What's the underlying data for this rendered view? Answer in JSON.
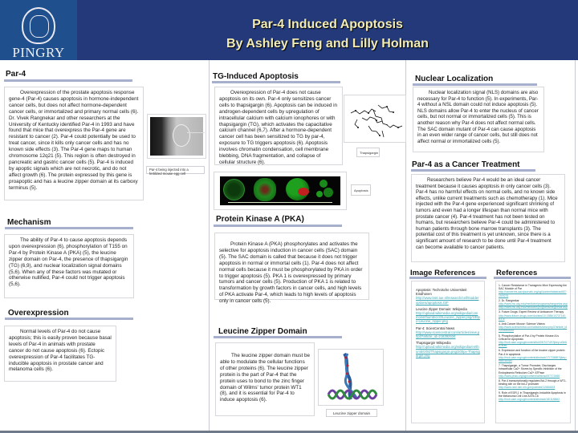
{
  "header": {
    "logo_text": "PINGRY",
    "title": "Par-4 Induced Apoptosis",
    "authors": "By Ashley Feng and Lilly Holman",
    "background_color": "#23397a",
    "title_color": "#f3ecb2"
  },
  "sections": {
    "par4": {
      "heading": "Par-4",
      "body": "Overexpression of the prostate apoptosis response gene-4 (Par-4) causes apoptosis in hormone-independent cancer cells, but does not affect hormone-dependent cancer cells, or immortalized and primary normal cells (6).  Dr. Vivek Rangnekar and other researchers at the University of Kentucky identified Par-4 in 1993 and have found that mice that overexpress the Par-4 gene are resistant to cancer (2). Par-4 could potentially be used to treat cancer, since it kills only cancer cells and has no known side effects (3). The Par-4 gene maps to human chromosome 12q21 (5). This region is often destroyed in pancreatic and gastric cancer cells (5). Par-4 is induced by apoptic signals which are not necrotic, and do not affect growth (6). The protein expressed by this gene is proapoptic and has a leucine zipper domain at its carboxy terminus (5).",
      "image_caption": "Par-4 being injected into a fertilized mouse egg cell"
    },
    "mechanism": {
      "heading": "Mechanism",
      "body": "The ability of Par-4 to cause apoptosis depends upon overexpression (6), phosphorylation of T155 on Par-4 by Protein Kinase A (PKA) (5), the leucine zipper domain on Par-4, the presence of thapsigargin (TG) (6,9), and nuclear localization signal domains (5,6). When any of these factors was mutated or otherwise nullified, Par-4 could not trigger apoptosis (5,6)."
    },
    "overexpression": {
      "heading": "Overexpression",
      "body": "Normal levels of Par-4 do not cause apoptosis; this is easily proven because basal levels of Par-4 in animals with prostate cancer do not cause apoptosis (6). Ectopic overexpression of Par-4 facilitates TG-inducible apoptosis in prostate cancer and melanoma cells (6)."
    },
    "tg": {
      "heading": "TG-Induced Apoptosis",
      "body": "Overexpression of Par-4 does not cause apoptosis on its own. Par-4 only sensitizes cancer cells to thapsigargin (6). Apoptosis can be induced in androgen-dependent cells by upregulation of intracellular calcium with calcium ionophores or with thapsigargin (TG), which activates the capacitative calcium channel (6,7). After a hormone-dependent cancer cell has been sensitized to TG by par-4, exposure to TG triggers apoptosis (6). Apoptosis involves chromatin condensation, cell membrane blebbing, DNA fragmentation, and collapse of cellular structure (6).",
      "thapsigargin_caption": "Thapsigargin",
      "apoptosis_caption": "Apoptosis"
    },
    "pka": {
      "heading": "Protein Kinase A (PKA)",
      "body": "Protein Kinase A (PKA) phosphorylates and activates the selective for apoptosis induction in cancer cells (SAC) domain (5). The SAC domain is called that because it does not trigger apoptosis in normal or immortal cells (1). Par-4 does not affect normal cells because it must be phosphorylated by PKA in order to trigger apoptosis (5). PKA 1 is overexpressed by primary tumors and cancer cells (5). Production of PKA 1 is related to transformation by growth factors in cancer cells, and high levels of PKA activate Par-4, which leads to high levels of apoptosis only in cancer cells (5)."
    },
    "leucine": {
      "heading": "Leucine Zipper Domain",
      "body": "The leucine zipper domain must be able to modulate the cellular functions of other proteins (6). The leucine zipper protein is the part of Par-4 that the protein uses to bond to the zinc finger domain of Wilms' tumor protein WT1 (8), and it is essential for Par-4 to induce apoptosis (6).",
      "image_caption": "Leucine zipper domain"
    },
    "nuclear": {
      "heading": "Nuclear Localization",
      "body": "Nuclear localization signal (NLS) domains are also necessary for Par-4 to function (5). In experiments, Par-4 without  a NSL domain could not induce apoptosis (5). NLS domains allow Par-4 to enter the nucleus of cancer cells, but not normal or immortalized cells (5). This is another reason why Par-4 does not affect normal cells. The SAC domain mutant of Par-4 can cause apoptosis in an even wider range of cancer cells, but still does not affect normal or immortalized cells (5)."
    },
    "treatment": {
      "heading": "Par-4 as a Cancer Treatment",
      "body": "Researchers believe Par-4 would be an ideal cancer treatment because it causes apoptosis in only cancer cells (3). Par-4 has no harmful effects on normal cells, and no known side effects, unlike current treatments such as chemotherapy (1). Mice injected with the Par-4 gene experienced significant shrinking of tumors and even had a longer lifespan than normal mice with prostate cancer (4). Par-4 treatment has not been tested on humans, but researchers believe Par-4 could be administered to human patients through bone marrow transplants (3). The potential cost of this treatment is yet unknown, since there is a significant amount of research to be done until Par-4 treatment can become available to cancer patients."
    },
    "image_references": {
      "heading": "Image References",
      "items": [
        {
          "label": "Apoptosis: Technische Universiteit Eindhoven",
          "url": "http://www.bmt.tue.nl/research/cell/Sodderoptions/apoptosis.GIF"
        },
        {
          "label": "Leucine Zipper Domain: Wikipedia",
          "url": "http://upload.wikimedia.org/wikipedia/commons/thumb/c/c0/Leucine_zipper.png/180px-Leucine_zipper.png"
        },
        {
          "label": "Par-4: ScienCentral News",
          "url": "http://www.sciencentral.com/articles/view.php3?article_id=218392534"
        },
        {
          "label": "Thapsigargin Wikipedia",
          "url": "http://upload.wikimedia.org/wikipedia/en/thumb/0/04/Thapsigargin.png/200px-Thapsigargin.png"
        }
      ]
    },
    "references": {
      "heading": "References",
      "items": [
        {
          "label": "1. Cancer Resistance in Transgenic Mice Expressing the SAC Module of Par",
          "url": "http://cancerres.aacrjournals.org/cgi/content/abstract/67/19/9276"
        },
        {
          "label": "2. Dr. Rangnekar",
          "url": "http://www.mc.uky.edu/medicine/programs/rangnekar.asp  http://www.mc.uky.edu/medicine/programs/rangnekar.asp"
        },
        {
          "label": "3. Future Drugs: Expert Review of Anticancer Therapy",
          "url": "http://www.future-drugs.com/doi/abs/10.1586/14737140.6.1.5"
        },
        {
          "label": "4. Anti-Cancer Mouse: Science Videos",
          "url": "http://www.sciencentral.com/articles/view.php3?article_id=218392534"
        },
        {
          "label": "5. Phosphorylation of Par-4 by Protein Kinase A Is Critical for Apoptosis",
          "url": "http://mcb.asm.org/cgi/content/full/25/7/2749?ijkey=e5e6b7e0f6"
        },
        {
          "label": "6. Expression and function of the leucine zipper protein Par-4 in apoptosis",
          "url": "http://mcb.asm.org/cgi/content/abstract/17/7/3685?ijkey=9f8f75c0a4"
        },
        {
          "label": "7. Thapsigargin, a Tumor Promoter, Discharges Intracellular Ca2+ Stores by Specific Inhibition of the Endoplasmic Reticulum Ca2+ ATPase",
          "url": "http://www.pnas.org/cgi/content/abstract/87/7/2466"
        },
        {
          "label": "8. Par-4 transcriptionally regulates Bcl-2 through a WT1-binding site on the bcl-2 promoter",
          "url": "http://www.ncbi.nlm.nih.gov/pubmed/12684633"
        },
        {
          "label": "9. Role of EGR-1 in Thapsigargin-Inducible Apoptosis in the Melanoma Cell Line A375-C6",
          "url": "http://mcb.asm.org/cgi/content/abstract/18/11/6862"
        }
      ]
    }
  },
  "colors": {
    "section_bar": "#a6b0cd",
    "link": "#3aa6b4"
  }
}
